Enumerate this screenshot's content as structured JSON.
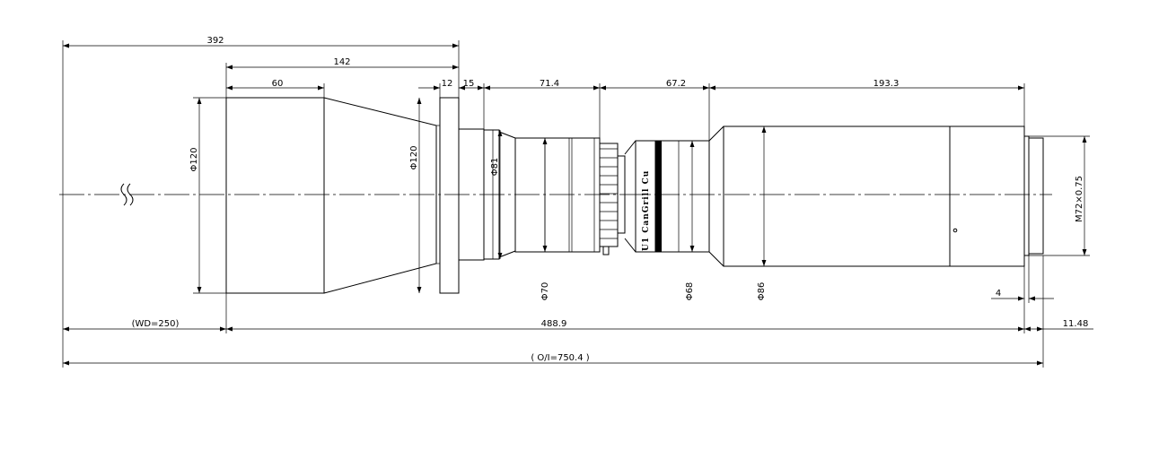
{
  "drawing": {
    "dimensions": {
      "overall_top": "392",
      "front_length": "142",
      "front_cylinder": "60",
      "flange": "12",
      "step": "15",
      "mid_section": "71.4",
      "focus_section": "67.2",
      "rear_body": "193.3",
      "working_distance": "(WD=250)",
      "lens_length": "488.9",
      "back_focus": "11.48",
      "object_to_image": "( O/I=750.4 )",
      "rear_step": "4"
    },
    "diameters": {
      "front_dia": "Φ120",
      "flange_dia": "Φ120",
      "mid_dia": "Φ81",
      "tube_dia": "Φ70",
      "focus_dia": "Φ68",
      "body_dia": "Φ86",
      "mount_thread": "M72×0.75"
    },
    "brand_text": "U1 CanGrill Cu"
  }
}
